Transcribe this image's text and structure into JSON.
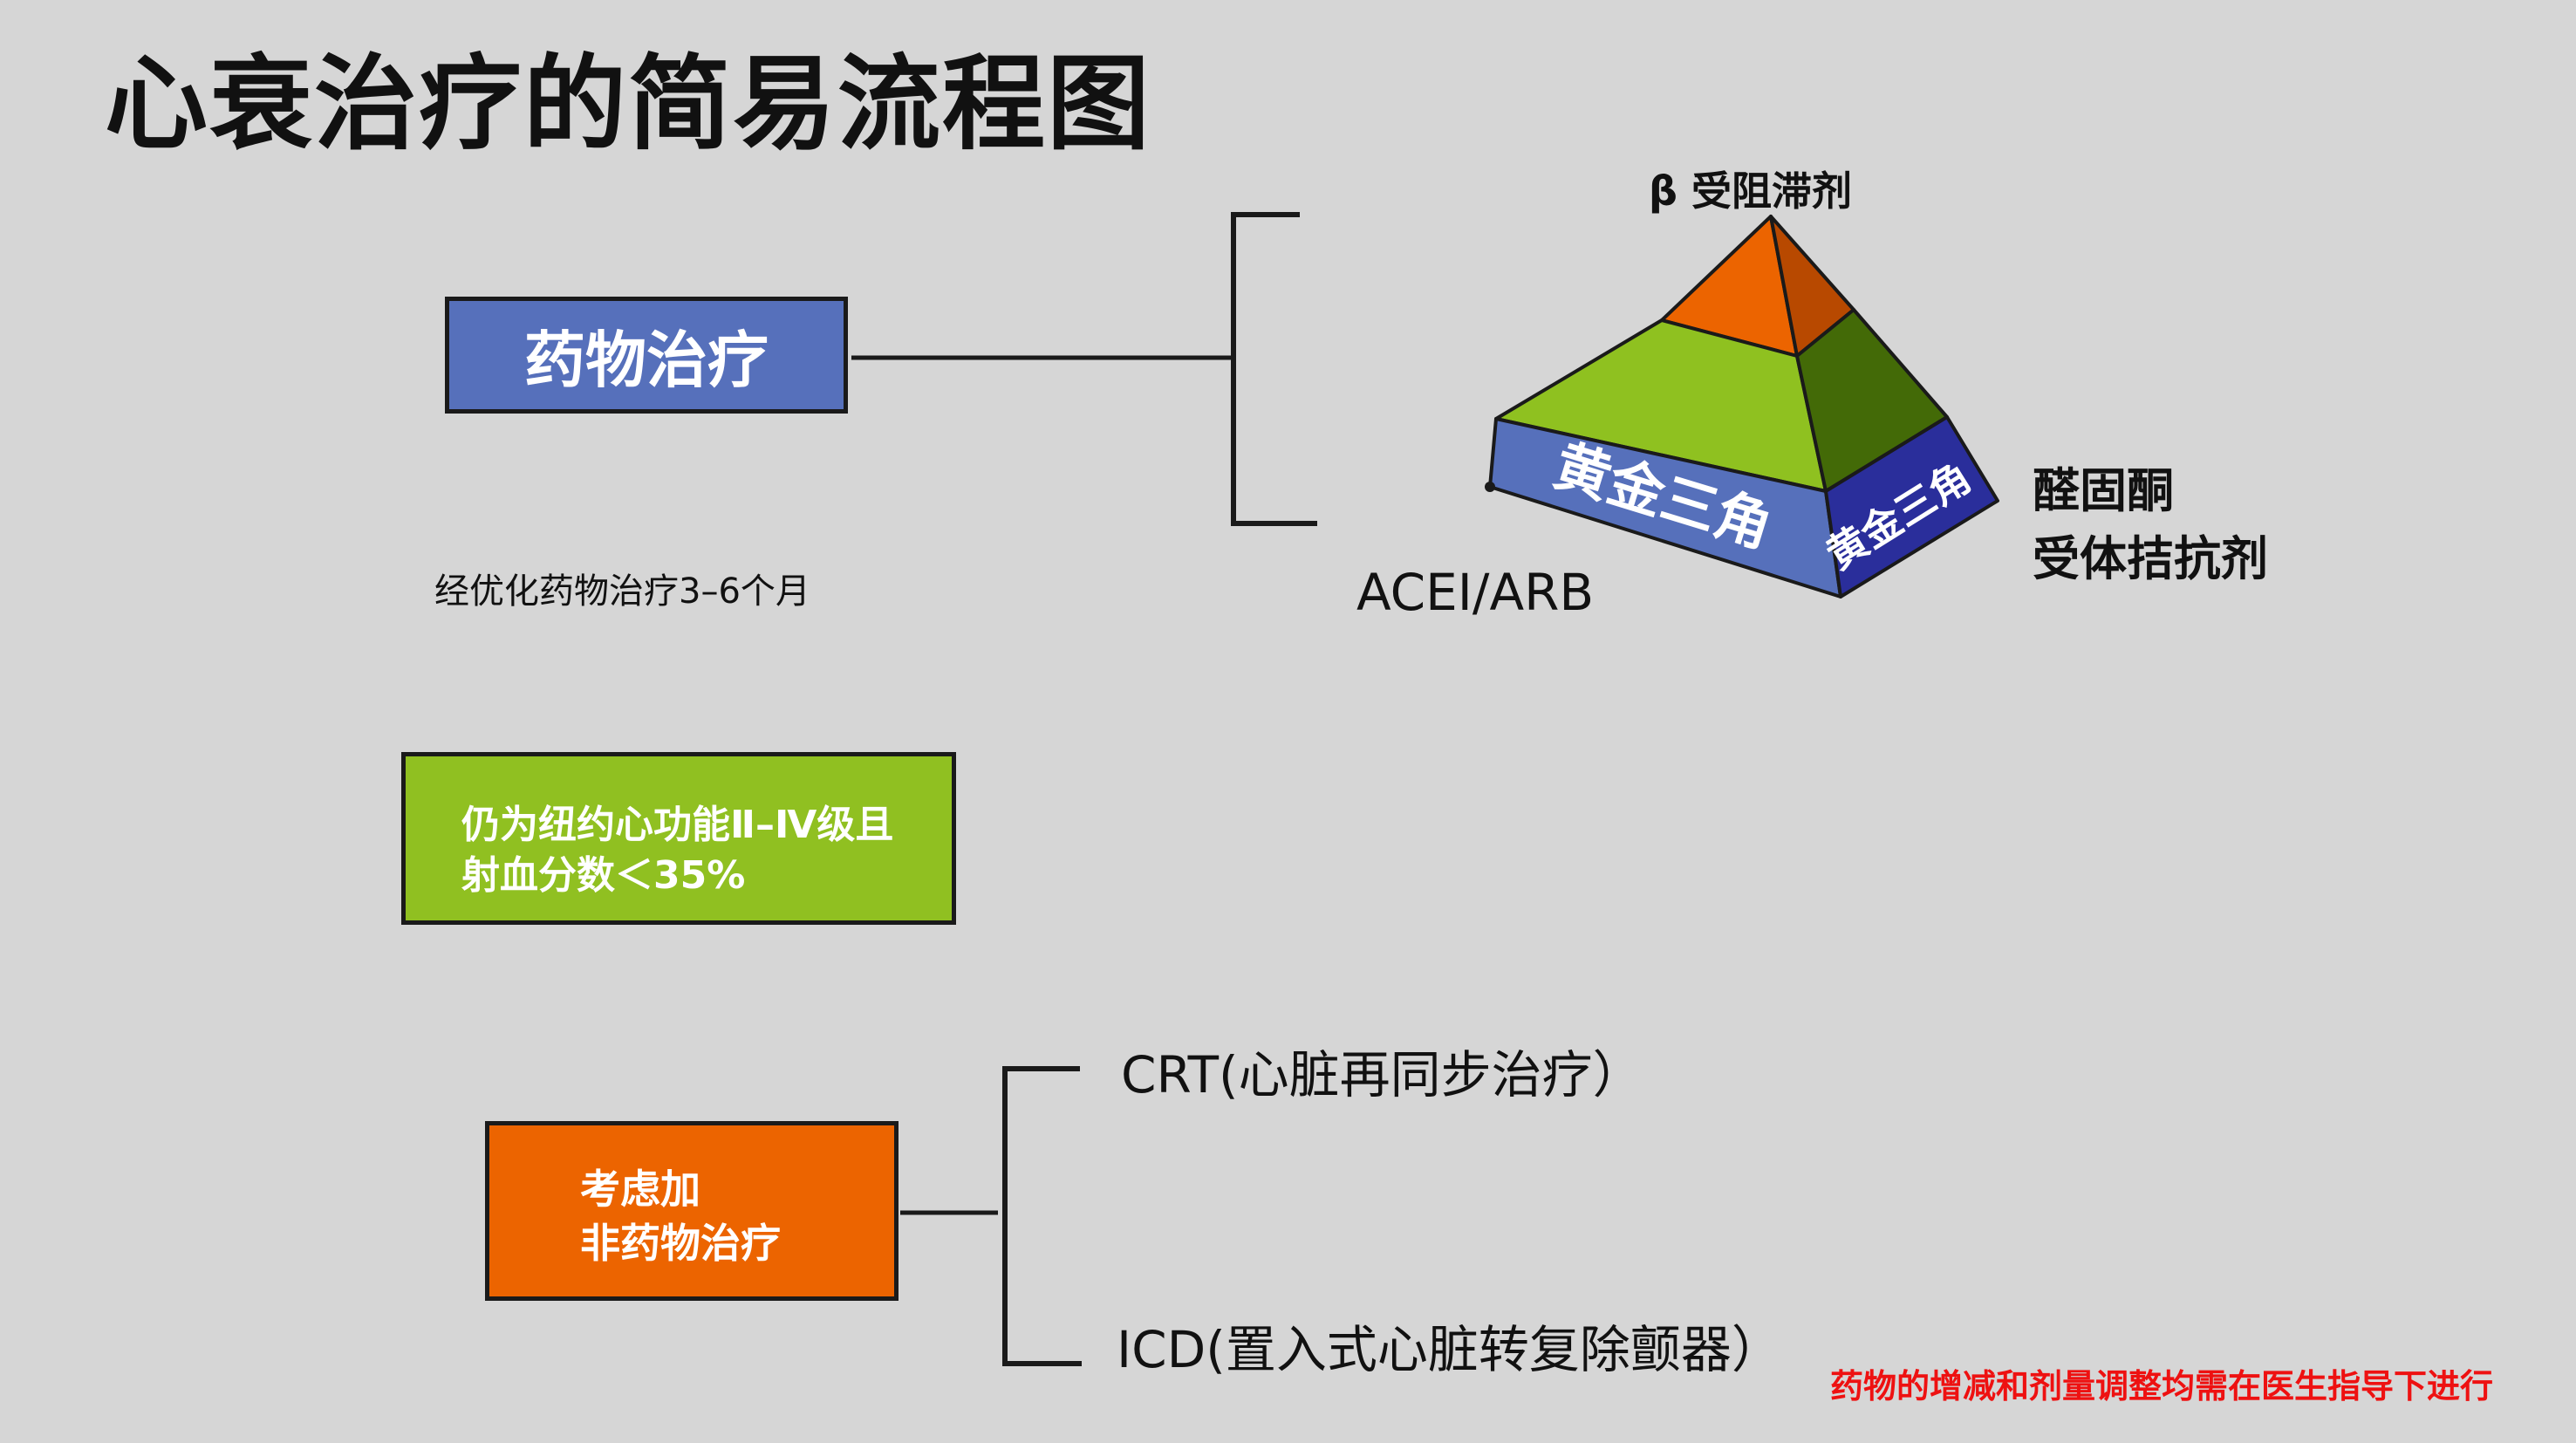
{
  "title": "心衰治疗的简易流程图",
  "drug_box": {
    "label": "药物治疗"
  },
  "pyramid": {
    "top_label": "β 受阻滞剂",
    "base_front_label": "黄金三角",
    "base_side_label": "黄金三角",
    "left_label": "ACEI/ARB",
    "right_label_line1": "醛固酮",
    "right_label_line2": "受体拮抗剂",
    "colors": {
      "top_front": "#ec6400",
      "top_side": "#b84900",
      "middle_front": "#8fc120",
      "middle_side": "#436a07",
      "base_front": "#5670bb",
      "base_side": "#2a2e9b"
    }
  },
  "note_months": "经优化药物治疗3–6个月",
  "condition_box": {
    "line1": "仍为纽约心功能Ⅱ–Ⅳ级且",
    "line2": "射血分数＜35%"
  },
  "nondrug_box": {
    "line1": "考虑加",
    "line2": "非药物治疗"
  },
  "options": {
    "crt": "CRT(心脏再同步治疗）",
    "icd": "ICD(置入式心脏转复除颤器）"
  },
  "disclaimer": "药物的增减和剂量调整均需在医生指导下进行",
  "colors": {
    "background": "#d6d6d6",
    "disclaimer": "#ee1111"
  }
}
